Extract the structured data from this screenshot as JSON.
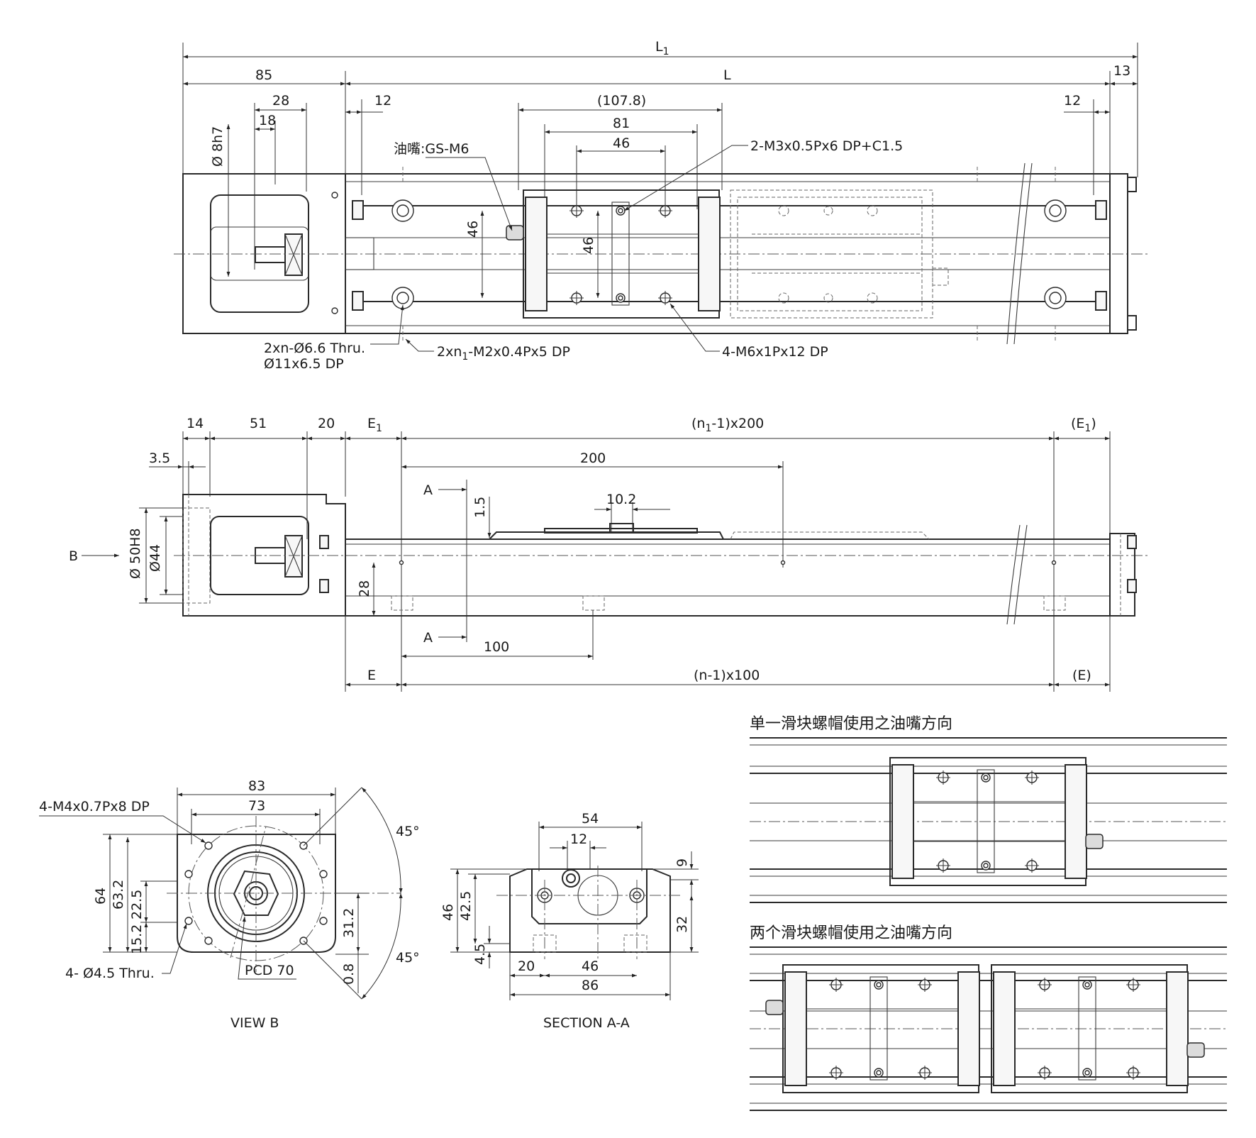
{
  "top_view": {
    "dims": {
      "overall_length": "L",
      "overall_length_sub": "1",
      "length": "L",
      "motor_flange": "85",
      "end_cap": "13",
      "end_offset_left": "12",
      "end_offset_right": "12",
      "slider_length": "(107.8)",
      "slider_pitch_81": "81",
      "slider_pitch_46": "46",
      "input_28": "28",
      "input_18": "18",
      "shaft_dia": "Ø 8h7",
      "vert_46_a": "46",
      "vert_46_b": "46"
    },
    "callouts": {
      "grease_nipple": "油嘴:GS-M6",
      "m3_holes": "2-M3x0.5Px6 DP+C1.5",
      "thru_holes_line1": "2xn-Ø6.6 Thru.",
      "thru_holes_line2": "Ø11x6.5 DP",
      "m2_holes_pre": "2xn",
      "m2_holes_sub": "1",
      "m2_holes_post": "-M2x0.4Px5 DP",
      "m6_holes": "4-M6x1Px12 DP"
    }
  },
  "side_view": {
    "dims": {
      "d14": "14",
      "d51": "51",
      "d20": "20",
      "e1": "E",
      "e1_sub": "1",
      "pitch_200_pre": "(n",
      "pitch_200_sub": "1",
      "pitch_200_post": "-1)x200",
      "e1_right_pre": "(E",
      "e1_right_sub": "1",
      "e1_right_post": ")",
      "d3_5": "3.5",
      "d200": "200",
      "d1_5": "1.5",
      "d10_2": "10.2",
      "flange_dia": "Ø 50H8",
      "pilot_dia": "Ø44",
      "d28": "28",
      "d100": "100",
      "e": "E",
      "pitch_100": "(n-1)x100",
      "e_right": "(E)"
    },
    "section_mark_top": "A",
    "section_mark_bottom": "A",
    "view_mark": "B"
  },
  "view_b": {
    "dims": {
      "w83": "83",
      "w73": "73",
      "h64": "64",
      "h63_2": "63.2",
      "h22_5": "22.5",
      "h15_2": "15.2",
      "h31_2": "31.2",
      "h0_8": "0.8",
      "angle_top": "45°",
      "angle_bottom": "45°"
    },
    "callouts": {
      "m4_holes": "4-M4x0.7Px8 DP",
      "thru_holes": "4- Ø4.5 Thru.",
      "pcd": "PCD 70"
    },
    "caption": "VIEW B"
  },
  "section_aa": {
    "dims": {
      "w54": "54",
      "w12": "12",
      "h9": "9",
      "h46": "46",
      "h42_5": "42.5",
      "h4_5": "4.5",
      "h32": "32",
      "w20": "20",
      "w46": "46",
      "w86": "86"
    },
    "caption": "SECTION A-A"
  },
  "detail_single": {
    "title": "单一滑块螺帽使用之油嘴方向"
  },
  "detail_double": {
    "title": "两个滑块螺帽使用之油嘴方向"
  }
}
